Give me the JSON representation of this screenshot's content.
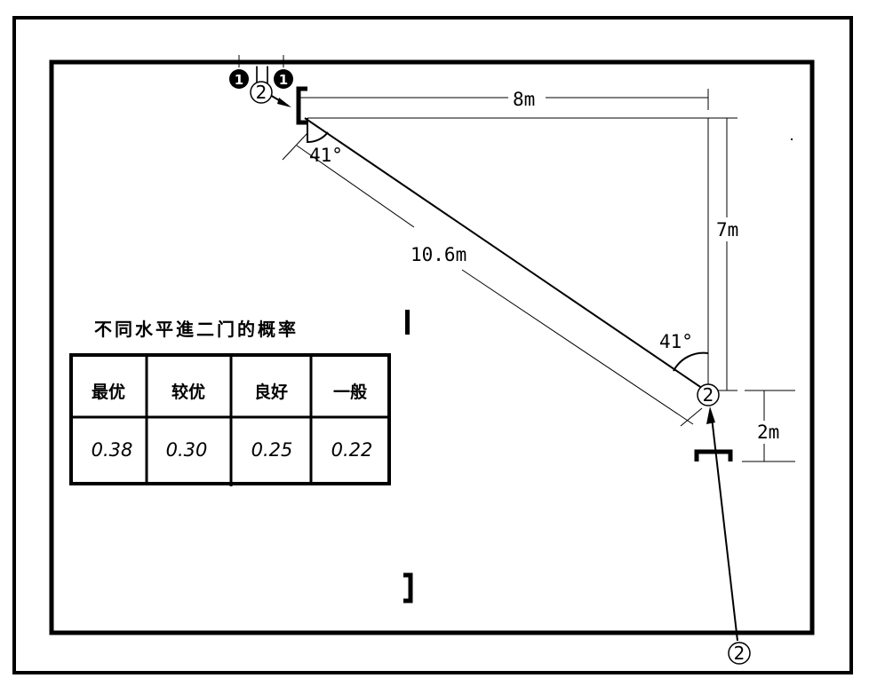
{
  "diagram": {
    "dimensions": {
      "top_distance": "8m",
      "right_distance": "7m",
      "diagonal_distance": "10.6m",
      "bottom_distance": "2m",
      "angle_top": "41°",
      "angle_bottom": "41°"
    },
    "markers": {
      "badge_left": "1",
      "badge_right": "1",
      "badge_separator": "||",
      "player_top": "2",
      "player_mid": "2",
      "player_bottom": "2"
    }
  },
  "table": {
    "title": "不同水平進二门的概率",
    "headers": [
      "最优",
      "较优",
      "良好",
      "一般"
    ],
    "values": [
      "0.38",
      "0.30",
      "0.25",
      "0.22"
    ]
  }
}
